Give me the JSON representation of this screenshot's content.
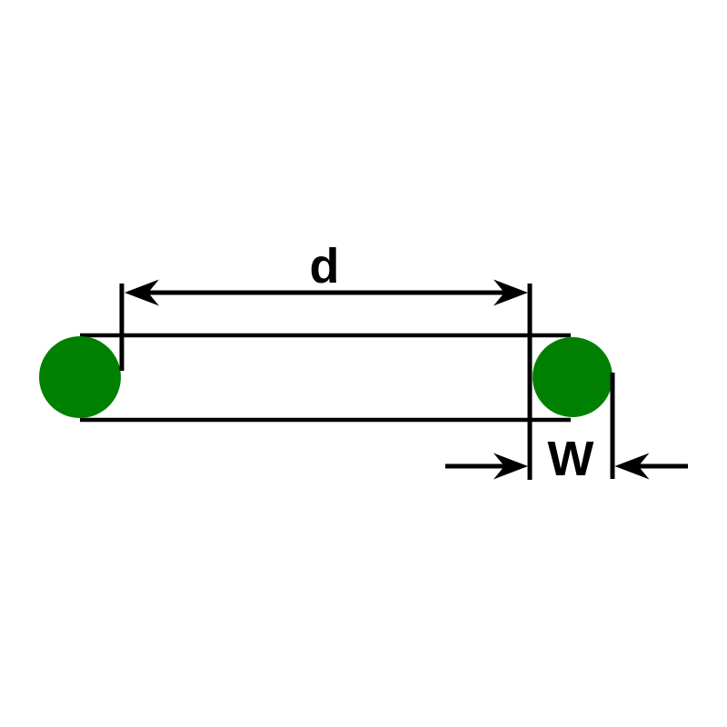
{
  "diagram": {
    "type": "o-ring-cross-section-dimension-drawing",
    "background": "#ffffff",
    "colors": {
      "background": "#ffffff",
      "ring": "#008000",
      "line": "#000000",
      "text": "#000000"
    },
    "dimensions": {
      "inner_diameter": {
        "label": "d"
      },
      "cross_section_width": {
        "label": "W"
      }
    }
  }
}
